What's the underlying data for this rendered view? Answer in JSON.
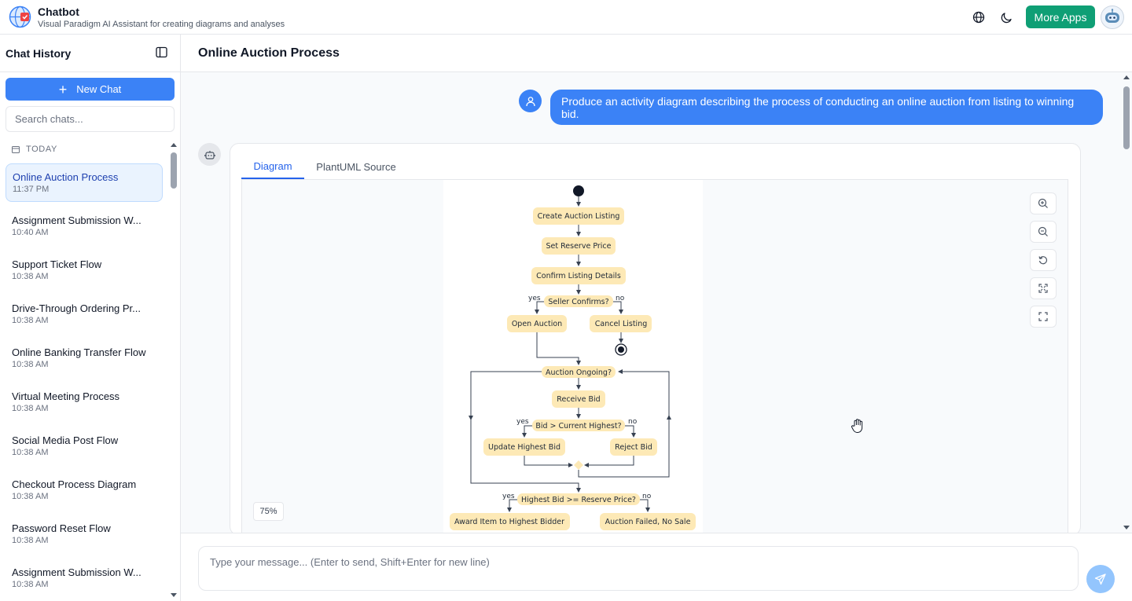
{
  "app": {
    "title": "Chatbot",
    "subtitle": "Visual Paradigm AI Assistant for creating diagrams and analyses",
    "more_apps_label": "More Apps",
    "icons": [
      "globe-icon",
      "moon-icon",
      "bot-avatar-icon"
    ]
  },
  "sidebar": {
    "title": "Chat History",
    "new_chat_label": "New Chat",
    "search_placeholder": "Search chats...",
    "section_label": "TODAY",
    "items": [
      {
        "name": "Online Auction Process",
        "time": "11:37 PM",
        "active": true
      },
      {
        "name": "Assignment Submission W...",
        "time": "10:40 AM"
      },
      {
        "name": "Support Ticket Flow",
        "time": "10:38 AM"
      },
      {
        "name": "Drive-Through Ordering Pr...",
        "time": "10:38 AM"
      },
      {
        "name": "Online Banking Transfer Flow",
        "time": "10:38 AM"
      },
      {
        "name": "Virtual Meeting Process",
        "time": "10:38 AM"
      },
      {
        "name": "Social Media Post Flow",
        "time": "10:38 AM"
      },
      {
        "name": "Checkout Process Diagram",
        "time": "10:38 AM"
      },
      {
        "name": "Password Reset Flow",
        "time": "10:38 AM"
      },
      {
        "name": "Assignment Submission W...",
        "time": "10:38 AM"
      }
    ]
  },
  "conversation": {
    "title": "Online Auction Process",
    "user_message": "Produce an activity diagram describing the process of conducting an online auction from listing to winning bid.",
    "tabs": [
      "Diagram",
      "PlantUML Source"
    ],
    "active_tab": "Diagram",
    "zoom_level": "75%",
    "diagram": {
      "create": "Create Auction Listing",
      "reserve": "Set Reserve Price",
      "confirm": "Confirm Listing Details",
      "seller_q": "Seller Confirms?",
      "yes": "yes",
      "no": "no",
      "open": "Open Auction",
      "cancel": "Cancel Listing",
      "ongoing_q": "Auction Ongoing?",
      "receive": "Receive Bid",
      "bid_q": "Bid > Current Highest?",
      "update": "Update Highest Bid",
      "reject": "Reject Bid",
      "reserve_q": "Highest Bid >= Reserve Price?",
      "award": "Award Item to Highest Bidder",
      "failed": "Auction Failed, No Sale"
    }
  },
  "composer": {
    "placeholder": "Type your message... (Enter to send, Shift+Enter for new line)"
  },
  "colors": {
    "primary": "#3b82f6",
    "more_apps": "#0f9f75",
    "diagram_node": "#fde9b6",
    "active_chat_bg": "#eaf3fe"
  }
}
